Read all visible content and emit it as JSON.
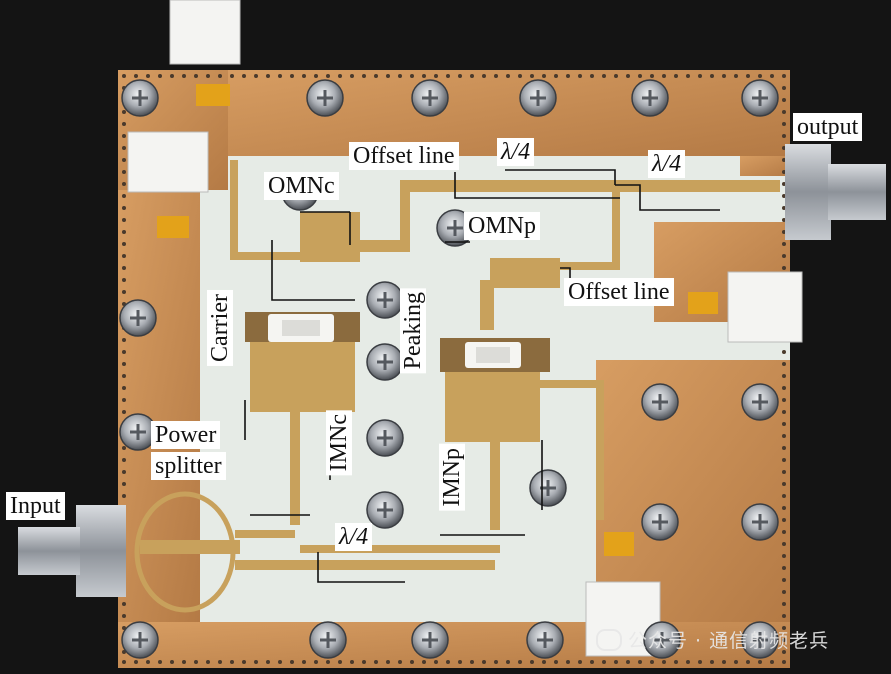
{
  "labels": {
    "output": "output",
    "offset_line_top": "Offset line",
    "lambda_top_1": "λ/4",
    "lambda_top_2": "λ/4",
    "omnc": "OMNc",
    "omnp": "OMNp",
    "offset_line_right": "Offset line",
    "carrier": "Carrier",
    "peaking": "Peaking",
    "power_splitter_1": "Power",
    "power_splitter_2": "splitter",
    "imnc": "IMNc",
    "imnp": "IMNp",
    "input": "Input",
    "lambda_bottom": "λ/4"
  },
  "watermark": "公众号 · 通信射频老兵",
  "colors": {
    "background": "#141414",
    "board": "#e6ebe6",
    "copper": "#c98f57",
    "gold_trace": "#c8a15c",
    "screw": "#b8bcc2"
  }
}
